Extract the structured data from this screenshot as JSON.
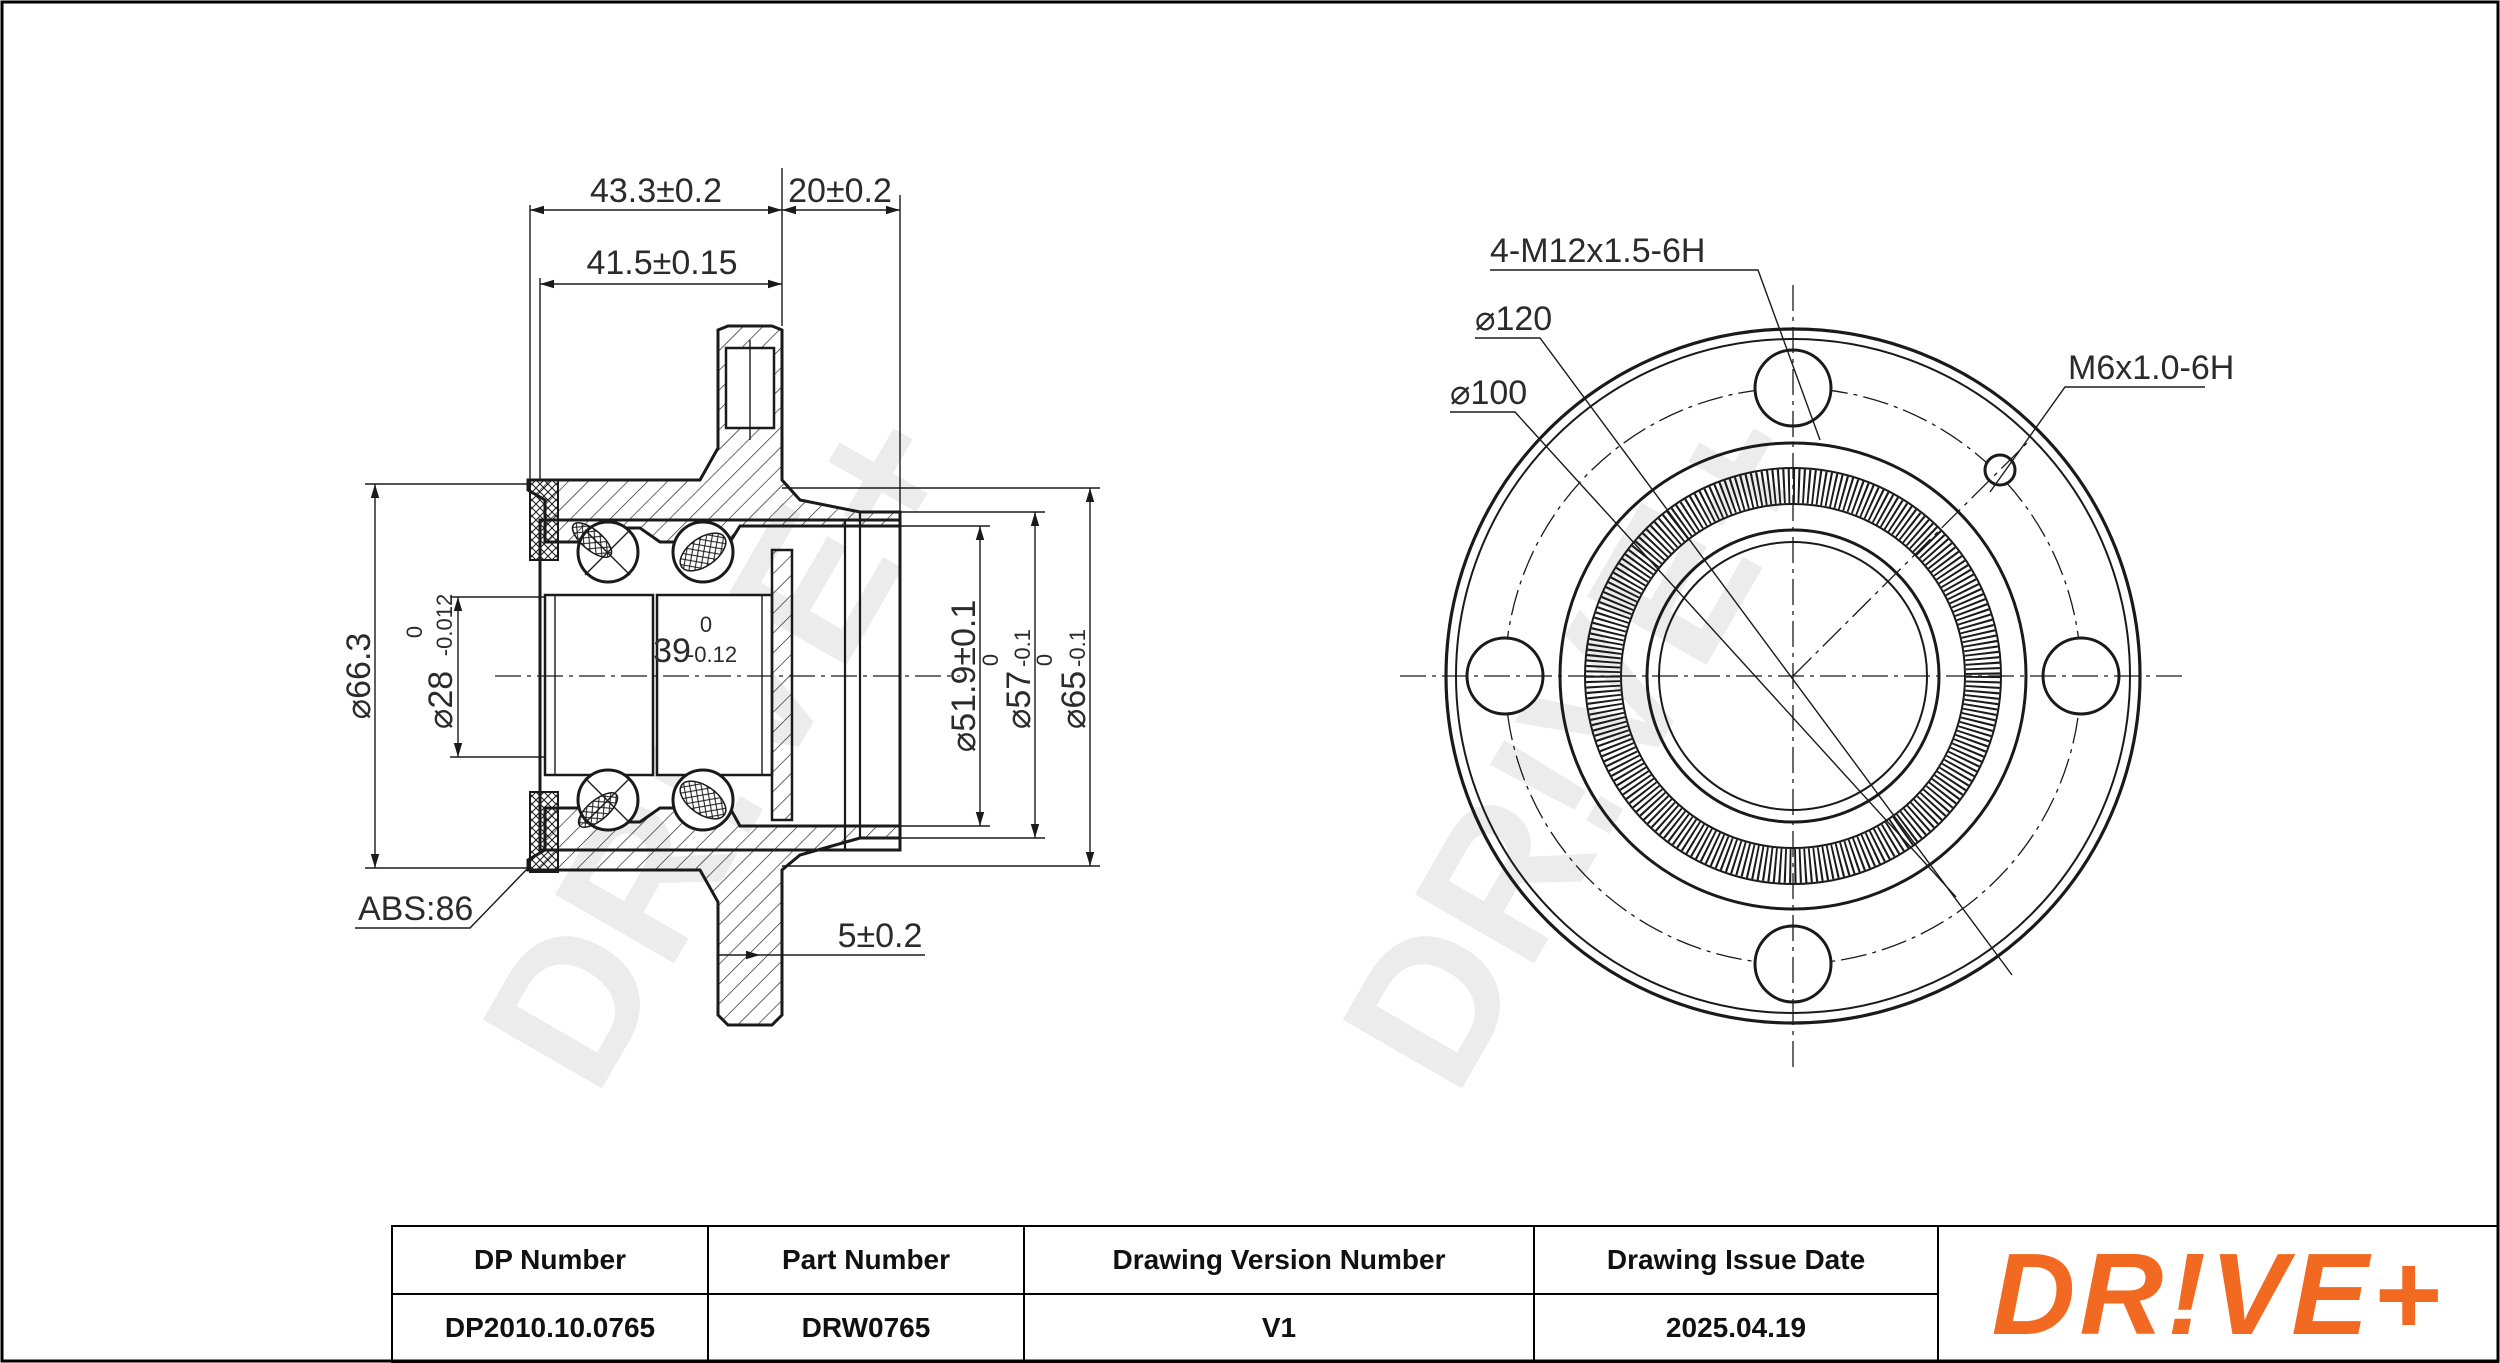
{
  "drawing": {
    "side_view": {
      "dim_total_width": "43.3±0.2",
      "dim_flange_to_end": "20±0.2",
      "dim_bearing_width": "41.5±0.15",
      "dim_outer_diameter": "⌀66.3",
      "dim_bore": "⌀28",
      "dim_bore_tol_upper": "0",
      "dim_bore_tol_lower": "-0.012",
      "dim_inner_width": "39",
      "dim_inner_width_tol_upper": "0",
      "dim_inner_width_tol_lower": "-0.12",
      "dim_pilot_51": "⌀51.9±0.1",
      "dim_pilot_57": "⌀57",
      "dim_pilot_57_tol_upper": "0",
      "dim_pilot_57_tol_lower": "-0.1",
      "dim_pilot_65": "⌀65",
      "dim_pilot_65_tol_upper": "0",
      "dim_pilot_65_tol_lower": "-0.1",
      "dim_flange_thickness": "5±0.2",
      "abs_label": "ABS:86"
    },
    "front_view": {
      "thread_label": "4-M12x1.5-6H",
      "pcd_outer": "⌀120",
      "pcd_inner": "⌀100",
      "small_thread": "M6x1.0-6H"
    },
    "watermark_text": "DR!VE+"
  },
  "title_block": {
    "headers": [
      "DP Number",
      "Part Number",
      "Drawing Version Number",
      "Drawing Issue Date"
    ],
    "values": [
      "DP2010.10.0765",
      "DRW0765",
      "V1",
      "2025.04.19"
    ],
    "logo_text": "DR!VE+",
    "logo_color": "#f26a21"
  }
}
